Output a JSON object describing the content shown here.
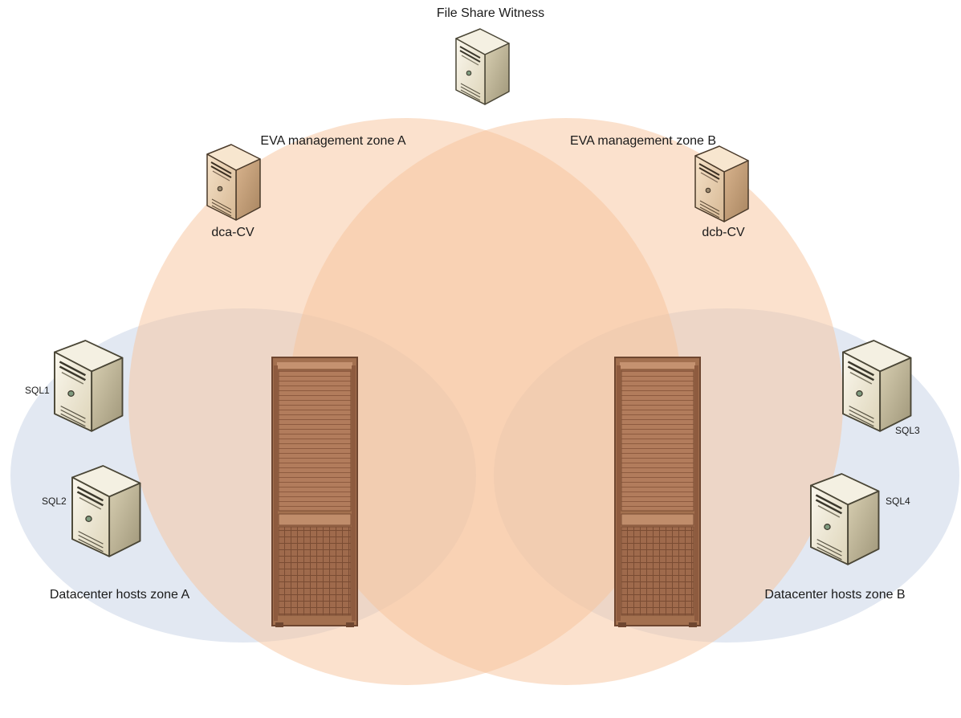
{
  "labels": {
    "fsw": "File Share Witness",
    "zone_eva_a": "EVA management zone A",
    "zone_eva_b": "EVA management zone B",
    "host_dca": "dca-CV",
    "host_dcb": "dcb-CV",
    "zone_dc_a": "Datacenter hosts zone A",
    "zone_dc_b": "Datacenter hosts zone B",
    "sql1": "SQL1",
    "sql2": "SQL2",
    "sql3": "SQL3",
    "sql4": "SQL4"
  },
  "colors": {
    "eva_zone_fill": "#f9c9a6",
    "dc_zone_fill": "#cfd9ea",
    "rack_body": "#b98465",
    "rack_dark": "#8b5a3e",
    "server_light": "#f2ecd8",
    "server_mid": "#d9d0b4",
    "server_dark": "#a89e84"
  },
  "icons": [
    "server-icon",
    "storage-rack-icon"
  ]
}
